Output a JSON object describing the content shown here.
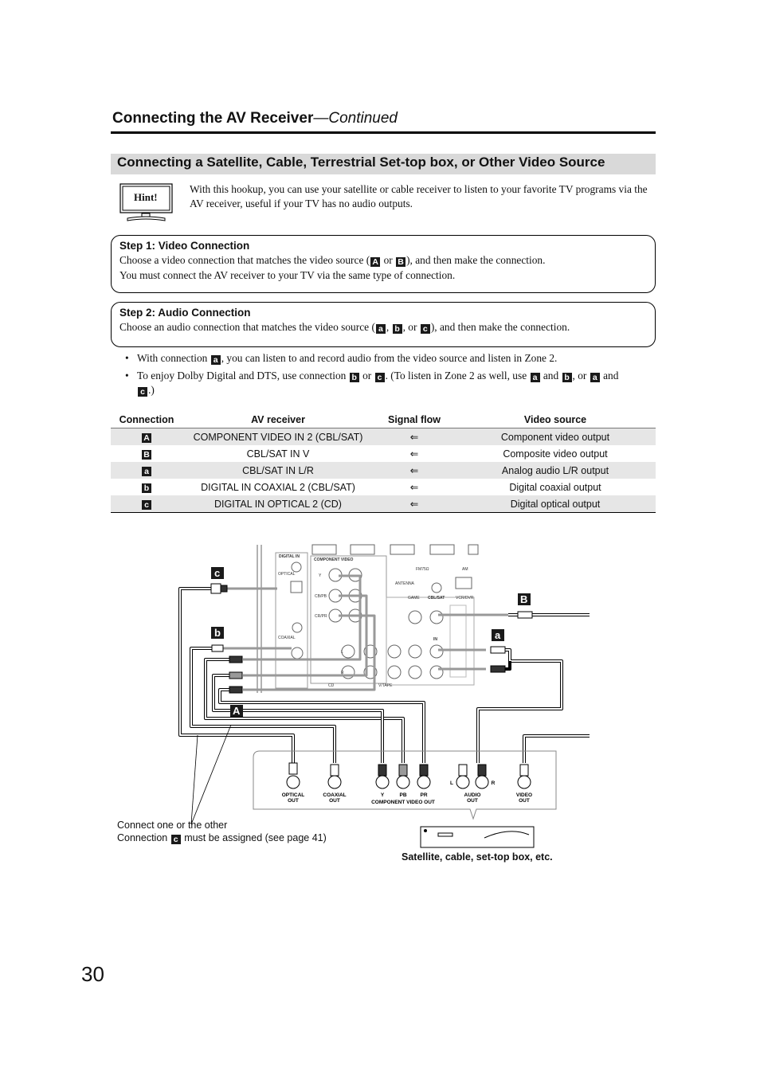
{
  "header": {
    "title": "Connecting the AV Receiver",
    "continued": "—Continued"
  },
  "section_title": "Connecting a Satellite, Cable, Terrestrial Set-top box, or Other Video Source",
  "hint": {
    "label": "Hint!",
    "text": "With this hookup, you can use your satellite or cable receiver to listen to your favorite TV programs via the AV receiver, useful if your TV has no audio outputs."
  },
  "step1": {
    "title": "Step 1: Video Connection",
    "line1_a": "Choose a video connection that matches the video source (",
    "key1": "A",
    "or": " or ",
    "key2": "B",
    "line1_b": "), and then make the connection.",
    "line2": "You must connect the AV receiver to your TV via the same type of connection."
  },
  "step2": {
    "title": "Step 2: Audio Connection",
    "line1_a": "Choose an audio connection that matches the video source (",
    "key1": "a",
    "sep1": ", ",
    "key2": "b",
    "sep2": ", or ",
    "key3": "c",
    "line1_b": "), and then make the connection."
  },
  "bullets": {
    "b1_a": "With connection ",
    "b1_key": "a",
    "b1_b": ", you can listen to and record audio from the video source and listen in Zone 2.",
    "b2_a": "To enjoy Dolby Digital and DTS, use connection ",
    "b2_k1": "b",
    "b2_or": " or ",
    "b2_k2": "c",
    "b2_b": ". (To listen in Zone 2 as well, use ",
    "b2_k3": "a",
    "b2_and1": " and ",
    "b2_k4": "b",
    "b2_or2": ", or ",
    "b2_k5": "a",
    "b2_and2": " and",
    "b2_k6": "c",
    "b2_end": ".)"
  },
  "table": {
    "headers": [
      "Connection",
      "AV receiver",
      "Signal flow",
      "Video source"
    ],
    "rows": [
      {
        "key": "A",
        "receiver": "COMPONENT VIDEO IN 2 (CBL/SAT)",
        "flow": "⇐",
        "source": "Component video output"
      },
      {
        "key": "B",
        "receiver": "CBL/SAT IN V",
        "flow": "⇐",
        "source": "Composite video output"
      },
      {
        "key": "a",
        "receiver": "CBL/SAT IN L/R",
        "flow": "⇐",
        "source": "Analog audio L/R output"
      },
      {
        "key": "b",
        "receiver": "DIGITAL IN COAXIAL 2 (CBL/SAT)",
        "flow": "⇐",
        "source": "Digital coaxial output"
      },
      {
        "key": "c",
        "receiver": "DIGITAL IN OPTICAL 2 (CD)",
        "flow": "⇐",
        "source": "Digital optical output"
      }
    ]
  },
  "diagram": {
    "labels": {
      "key_c": "c",
      "key_b": "b",
      "key_A": "A",
      "key_B": "B",
      "key_a": "a",
      "digital_in": "DIGITAL IN",
      "optical": "OPTICAL",
      "coaxial": "COAXIAL",
      "component_video": "COMPONENT VIDEO",
      "antenna": "ANTENNA",
      "fm": "FM75Ω",
      "am": "AM",
      "game": "GAME",
      "cbl_sat": "CBL/SAT",
      "vcr_dvr": "VCR/DVR",
      "in": "IN",
      "cd": "CD",
      "vtape": "V/TAPE",
      "y": "Y",
      "cb_pb": "CB/PB",
      "cr_pr": "CR/PR",
      "l": "L",
      "r": "R",
      "optical_out": "OPTICAL",
      "coaxial_out": "COAXIAL",
      "out": "OUT",
      "y_out": "Y",
      "pb_out": "PB",
      "pr_out": "PR",
      "component_video_out": "COMPONENT VIDEO OUT",
      "audio_out": "AUDIO",
      "video_out": "VIDEO",
      "audio_l": "L",
      "audio_r": "R"
    },
    "note1": "Connect one or the other",
    "note2_a": "Connection ",
    "note2_key": "c",
    "note2_b": " must be assigned (see page 41)",
    "device_caption": "Satellite, cable, set-top box, etc."
  },
  "page_number": "30"
}
